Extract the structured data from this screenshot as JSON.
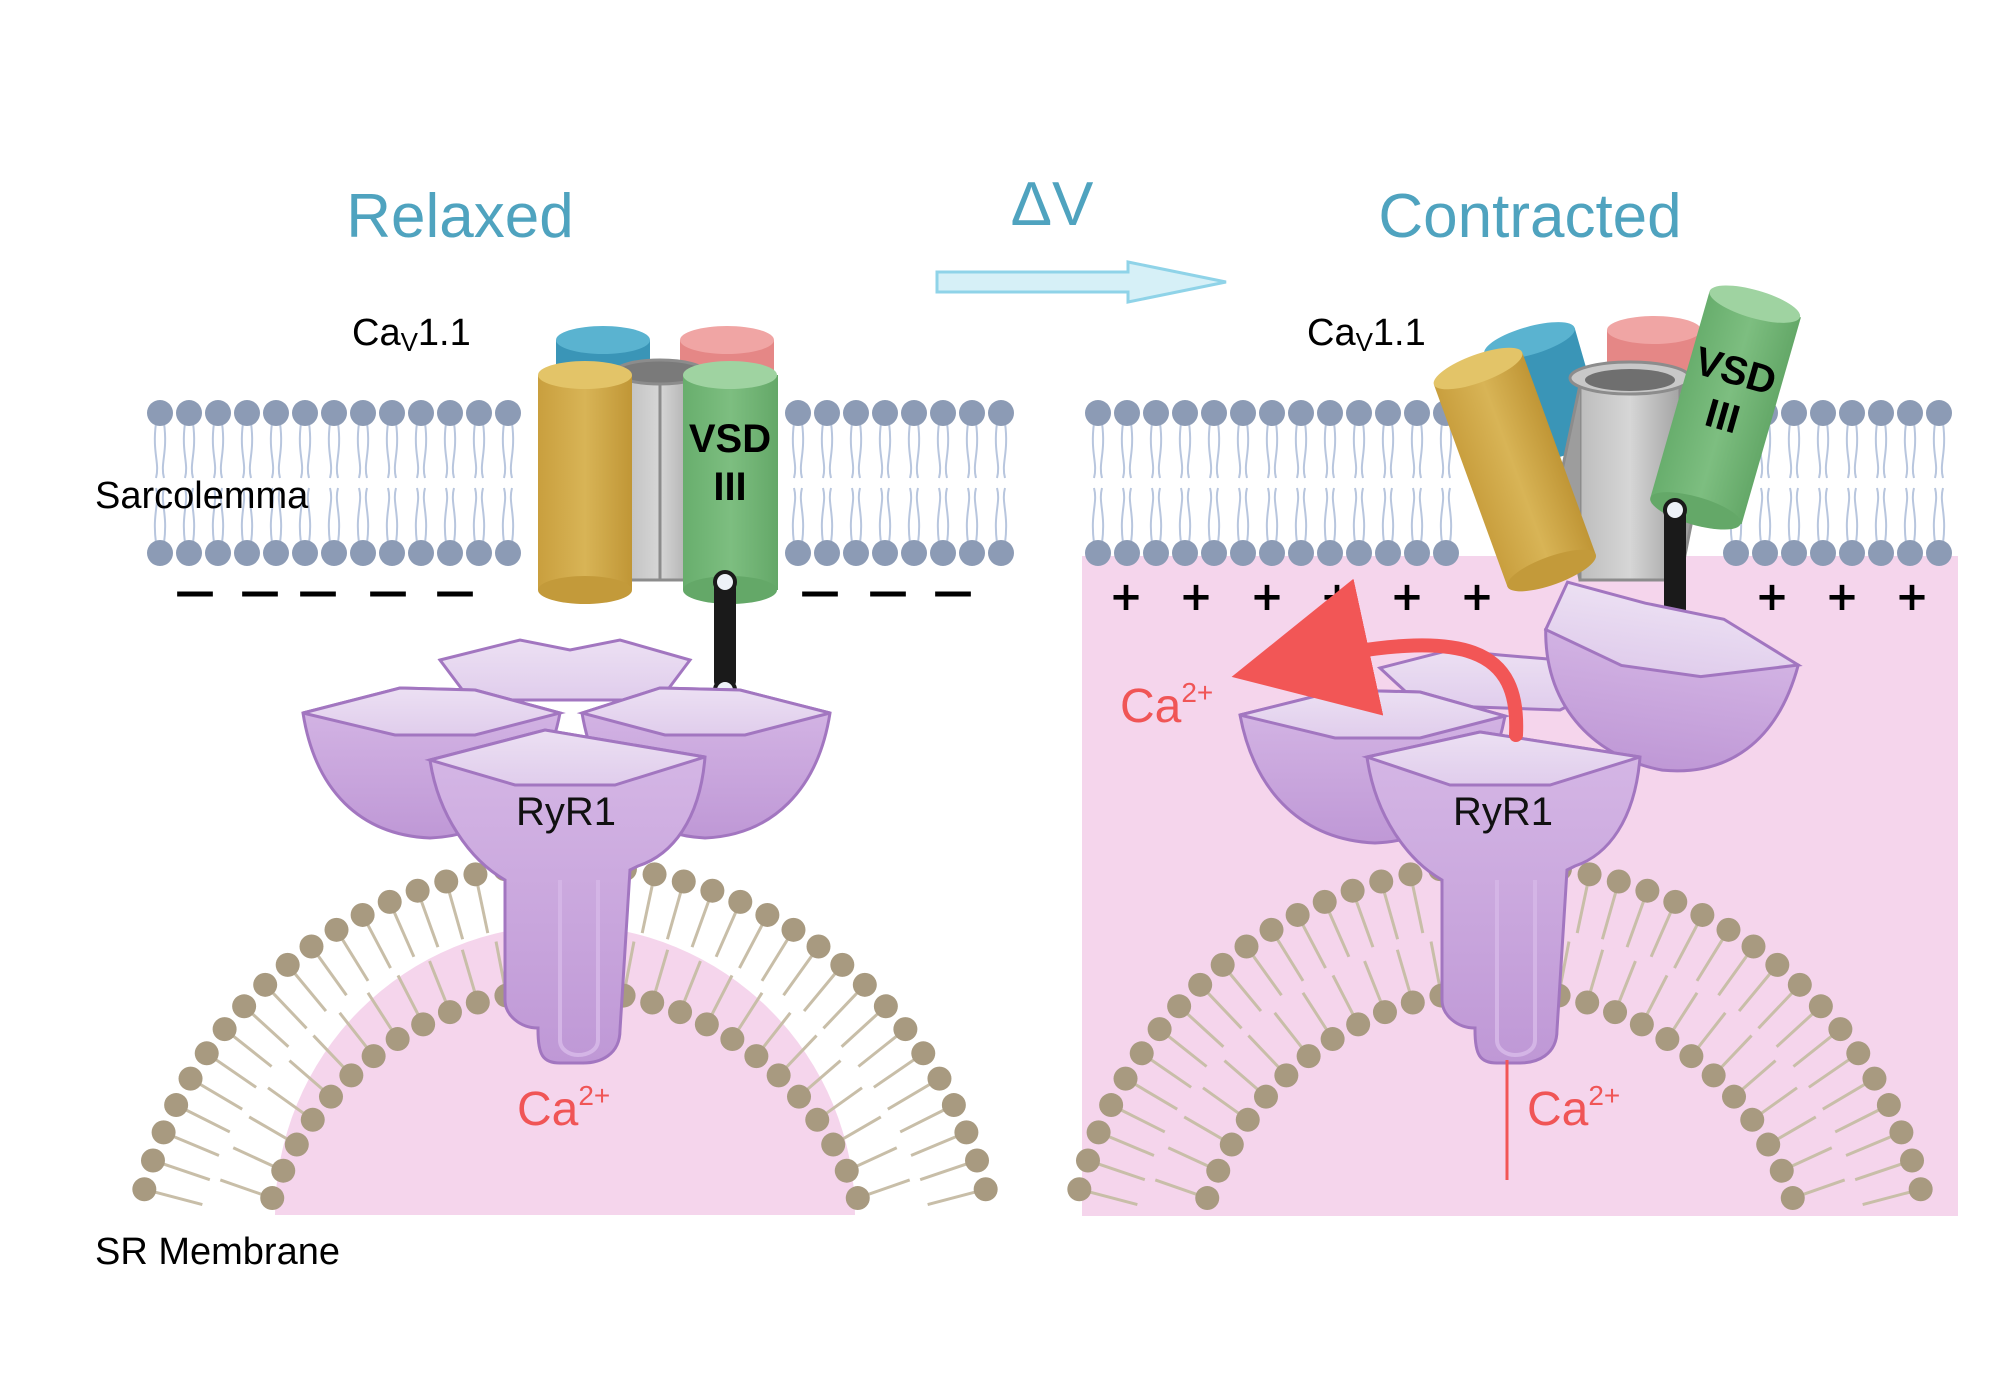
{
  "titles": {
    "left": "Relaxed",
    "transition": "ΔV",
    "right": "Contracted"
  },
  "labels": {
    "cav_left": {
      "main": "Ca",
      "sub": "V",
      "rest": "1.1"
    },
    "cav_right": {
      "main": "Ca",
      "sub": "V",
      "rest": "1.1"
    },
    "sarcolemma": "Sarcolemma",
    "sr_membrane": "SR Membrane",
    "vsd_left": {
      "line1": "VSD",
      "line2": "III"
    },
    "vsd_right": {
      "line1": "VSD",
      "line2": "III"
    },
    "ryr_left": "RyR1",
    "ryr_right": "RyR1",
    "ca_left": {
      "base": "Ca",
      "sup": "2+"
    },
    "ca_right_inner": {
      "base": "Ca",
      "sup": "2+"
    },
    "ca_released": {
      "base": "Ca",
      "sup": "2+"
    }
  },
  "charges": {
    "negative_symbol": "—",
    "positive_symbol": "+"
  },
  "colors": {
    "title": "#4fa3bf",
    "calcium": "#f05556",
    "cytosol_pink": "#f5d5ec",
    "lipid_head_sarcolemma": "#8c9bb5",
    "lipid_tail_sarcolemma": "#b8c6de",
    "lipid_head_sr": "#a89a80",
    "lipid_tail_sr": "#c8bea8",
    "ryr_purple": "#c8a6de",
    "vsd_green": "#74b878",
    "helix_yellow": "#d3ae4c",
    "helix_blue": "#3a95b7",
    "helix_red": "#e58786",
    "pore_gray": "#a9a9a9"
  }
}
